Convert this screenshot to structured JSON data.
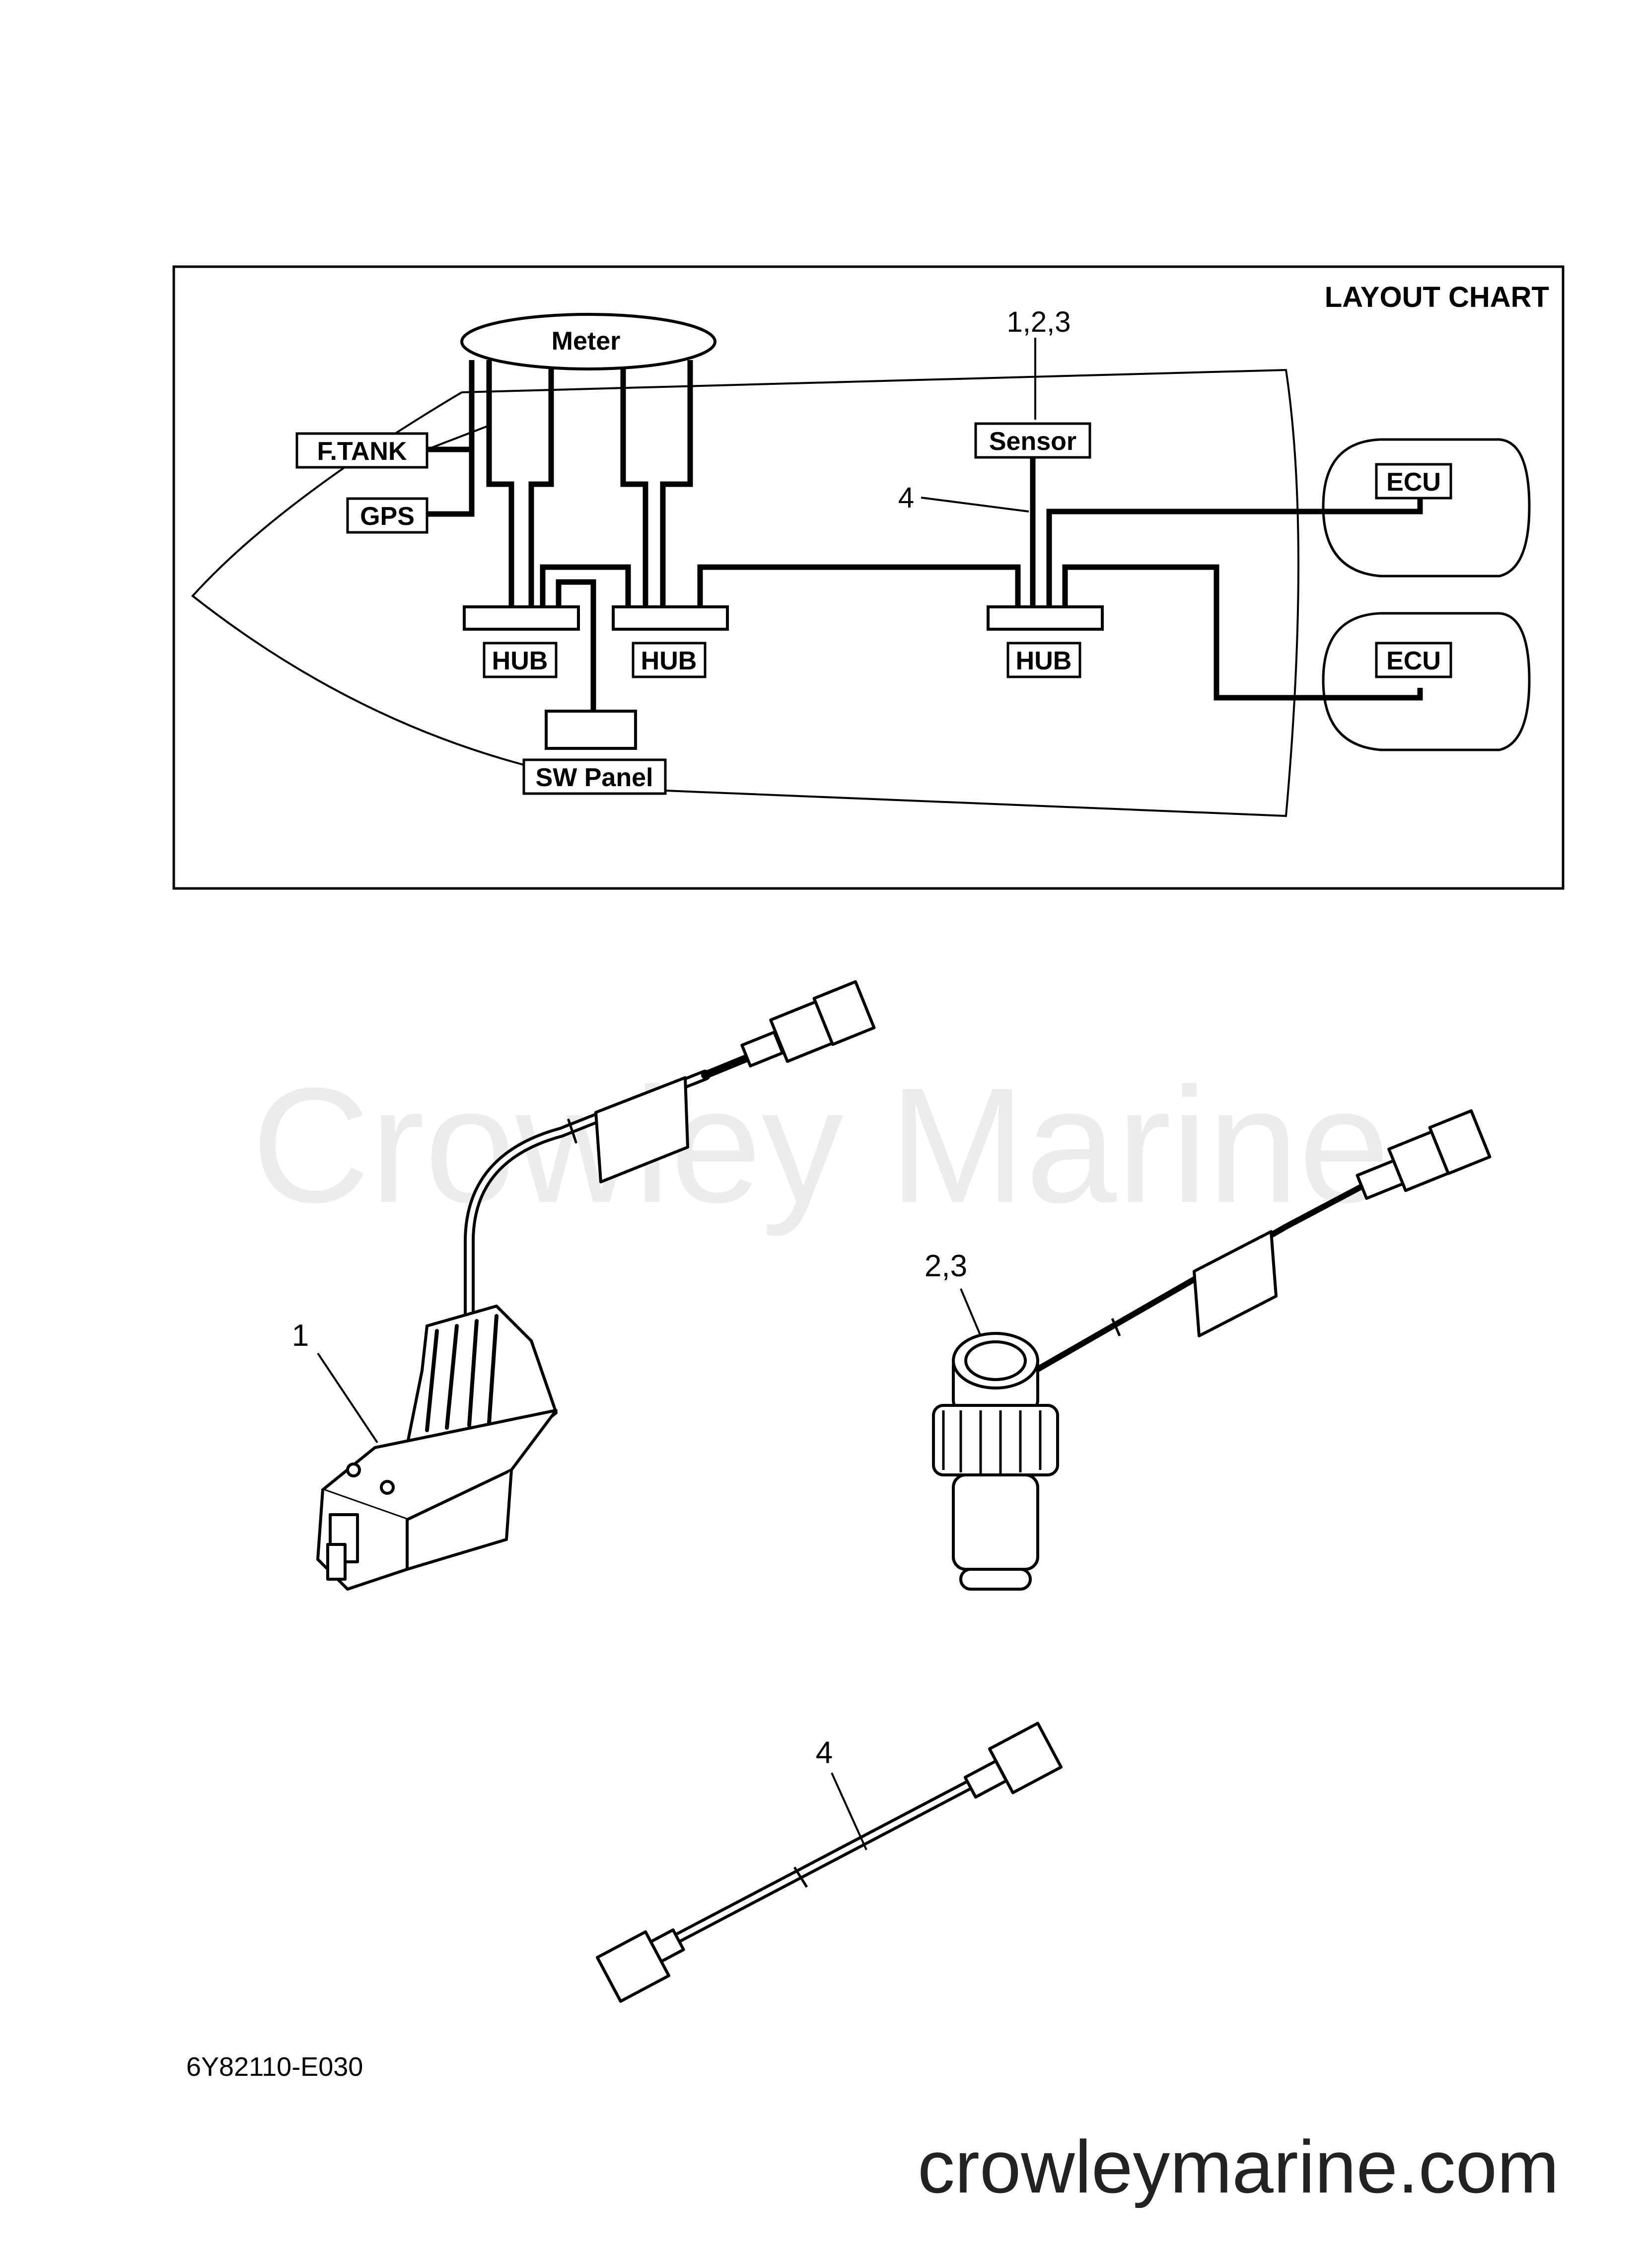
{
  "layout_chart": {
    "title": "LAYOUT CHART",
    "callout_top": "1,2,3",
    "callout_cable": "4",
    "components": {
      "meter": "Meter",
      "ftank": "F.TANK",
      "gps": "GPS",
      "sensor": "Sensor",
      "ecu_top": "ECU",
      "ecu_bottom": "ECU",
      "hub_left": "HUB",
      "hub_mid": "HUB",
      "hub_right": "HUB",
      "sw_panel": "SW Panel"
    }
  },
  "parts": {
    "transducer_ref": "1",
    "sensor_ref": "2,3",
    "cable_ref": "4"
  },
  "footer": {
    "drawing_code": "6Y82110-E030",
    "site": "crowleymarine.com",
    "watermark": "Crowley Marine"
  },
  "colors": {
    "line": "#000000",
    "watermark": "#ececec",
    "site_text": "#222222"
  }
}
